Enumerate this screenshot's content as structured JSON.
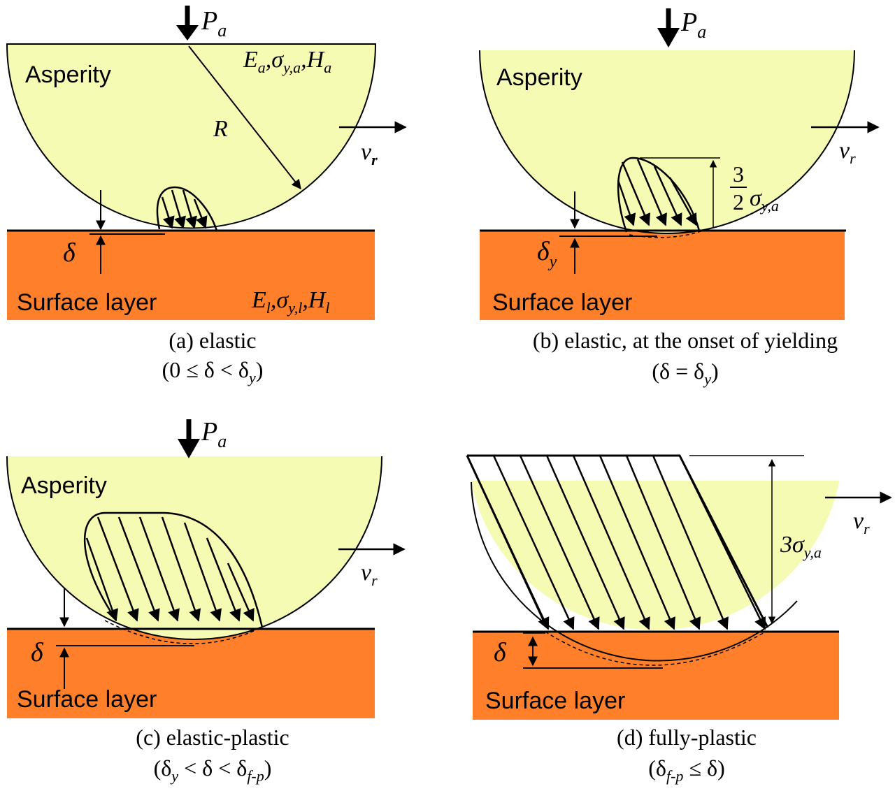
{
  "colors": {
    "asperity": "#f6fbb4",
    "layer": "#ff7f2a",
    "ink": "#000000"
  },
  "labels": {
    "asperity": "Asperity",
    "surface_layer": "Surface layer",
    "load": "P",
    "load_sub": "a",
    "velocity": "v",
    "velocity_sub": "r",
    "radius": "R",
    "delta": "δ",
    "delta_y_sub": "y",
    "frac_num": "3",
    "frac_den": "2",
    "sigma": "σ",
    "sigma_sub": "y,a",
    "three_sigma": "3σ",
    "asp_props": "E",
    "asp_props_sub_a": "a",
    "sep_sigma": ",σ",
    "sep_H": ",H",
    "layer_E": "E",
    "layer_sub_l": "l",
    "layer_sigma_sub": "y,l"
  },
  "panels": {
    "a": {
      "caption": "(a) elastic",
      "condition": "(0 ≤ δ < δ",
      "condition_sub": "y",
      "condition_end": ")"
    },
    "b": {
      "caption": "(b) elastic, at the onset of yielding",
      "condition": "(δ = δ",
      "condition_sub": "y",
      "condition_end": ")"
    },
    "c": {
      "caption": "(c) elastic-plastic",
      "condition_start": "(δ",
      "condition_sub1": "y",
      "condition_mid": " < δ < δ",
      "condition_sub2": "f-p",
      "condition_end": ")"
    },
    "d": {
      "caption": "(d) fully-plastic",
      "condition_start": "(δ",
      "condition_sub1": "f-p",
      "condition_end": " ≤ δ)"
    }
  }
}
